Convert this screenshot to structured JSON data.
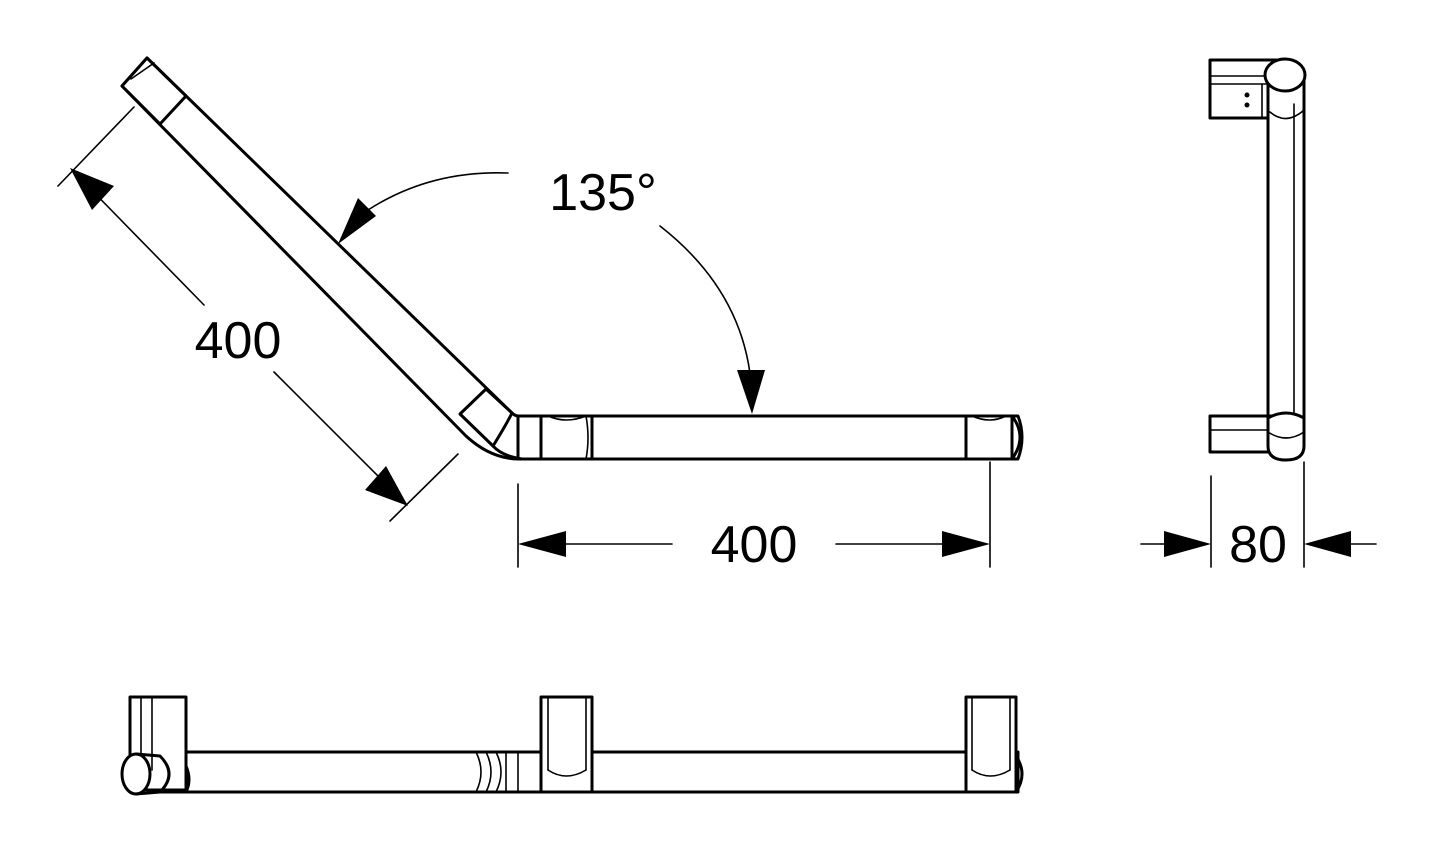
{
  "dimensions": {
    "angle_label": "135°",
    "diagonal_length_label": "400",
    "horizontal_length_label": "400",
    "depth_label": "80"
  },
  "colors": {
    "line": "#000000",
    "background": "#ffffff"
  }
}
